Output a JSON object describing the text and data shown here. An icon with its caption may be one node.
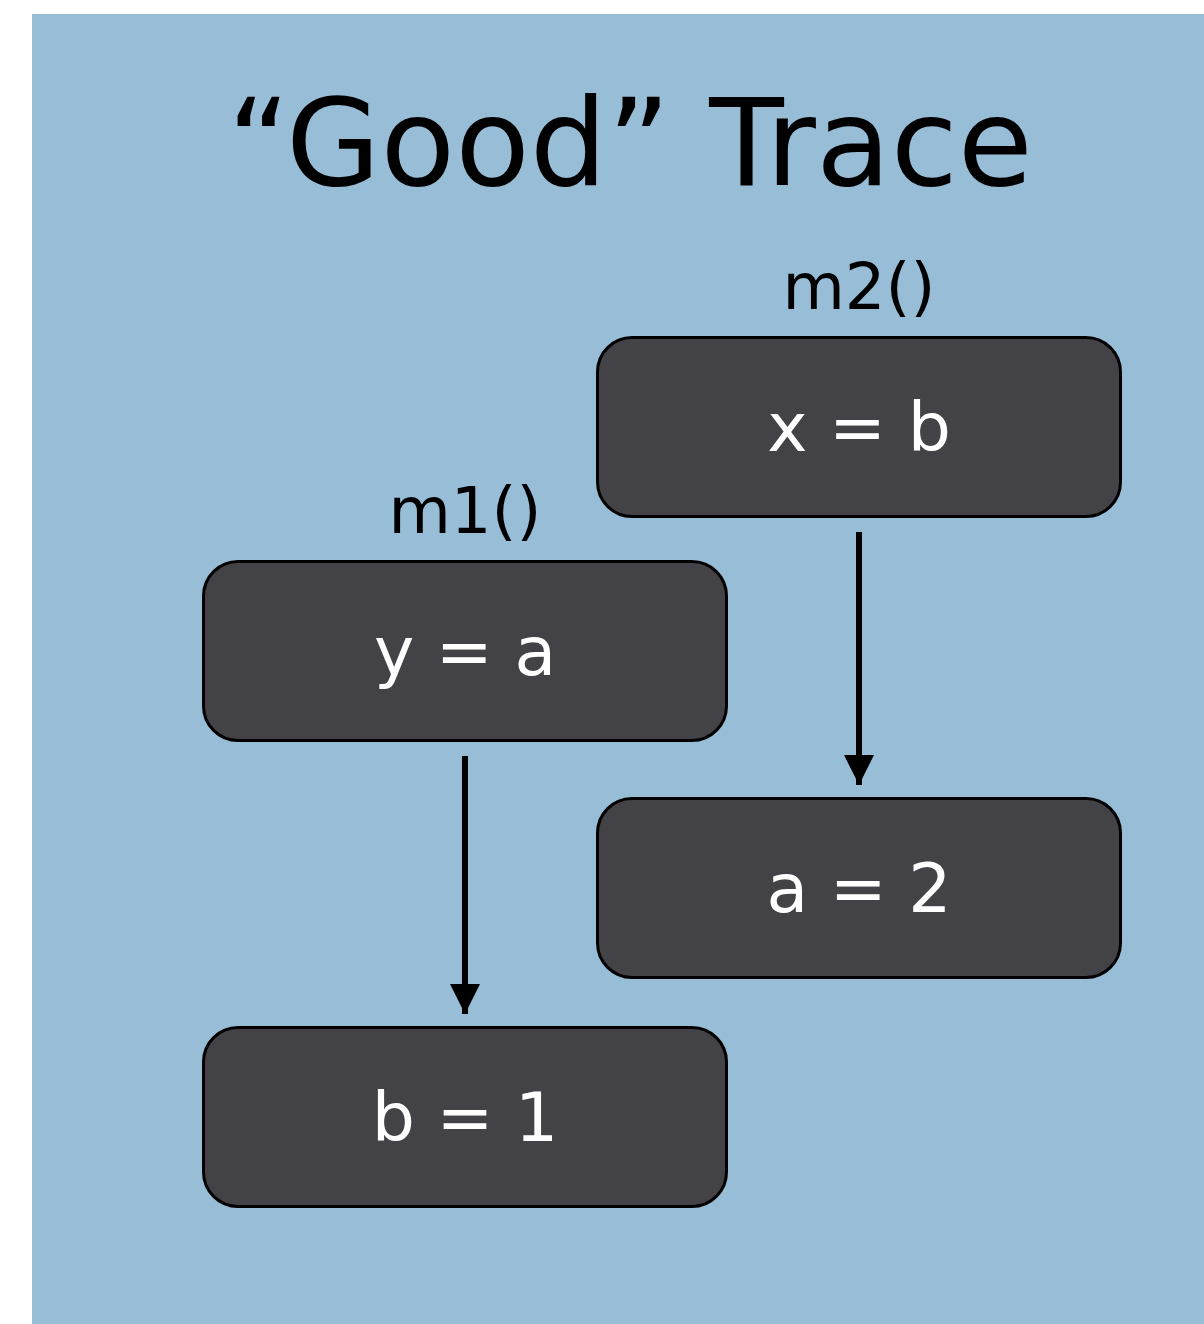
{
  "diagram": {
    "title": "“Good” Trace",
    "nodes": [
      {
        "text": [
          "x = b"
        ],
        "beside": [
          "m2()"
        ]
      },
      {
        "text": [
          "y = a"
        ],
        "beside": [
          "m1()"
        ]
      },
      {
        "text": [
          "a = 2"
        ]
      },
      {
        "text": [
          "b = 1"
        ]
      }
    ],
    "edges": [
      {
        "from": 0,
        "to": 2,
        "arrow": "to"
      },
      {
        "from": 1,
        "to": 3,
        "arrow": "to"
      }
    ]
  }
}
